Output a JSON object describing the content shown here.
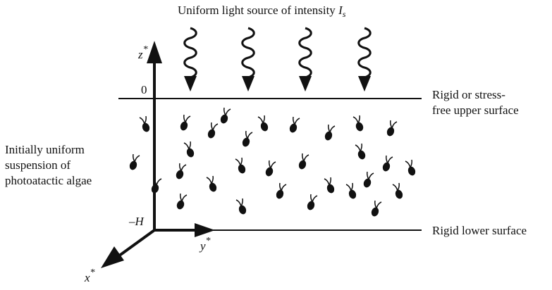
{
  "title": {
    "text": "Uniform light source of intensity ",
    "symbol": "I",
    "subscript": "s"
  },
  "axes": {
    "z_label": "z",
    "y_label": "y",
    "x_label": "x",
    "star": "*",
    "top_tick": "0",
    "bottom_tick": "–H"
  },
  "surfaces": {
    "upper_line1": "Rigid or stress-",
    "upper_line2": "free upper surface",
    "lower": "Rigid lower surface"
  },
  "suspension": {
    "line1": "Initially uniform",
    "line2": "suspension of",
    "line3": "photoatactic algae"
  },
  "light_rays": 4,
  "algae_count": 30
}
